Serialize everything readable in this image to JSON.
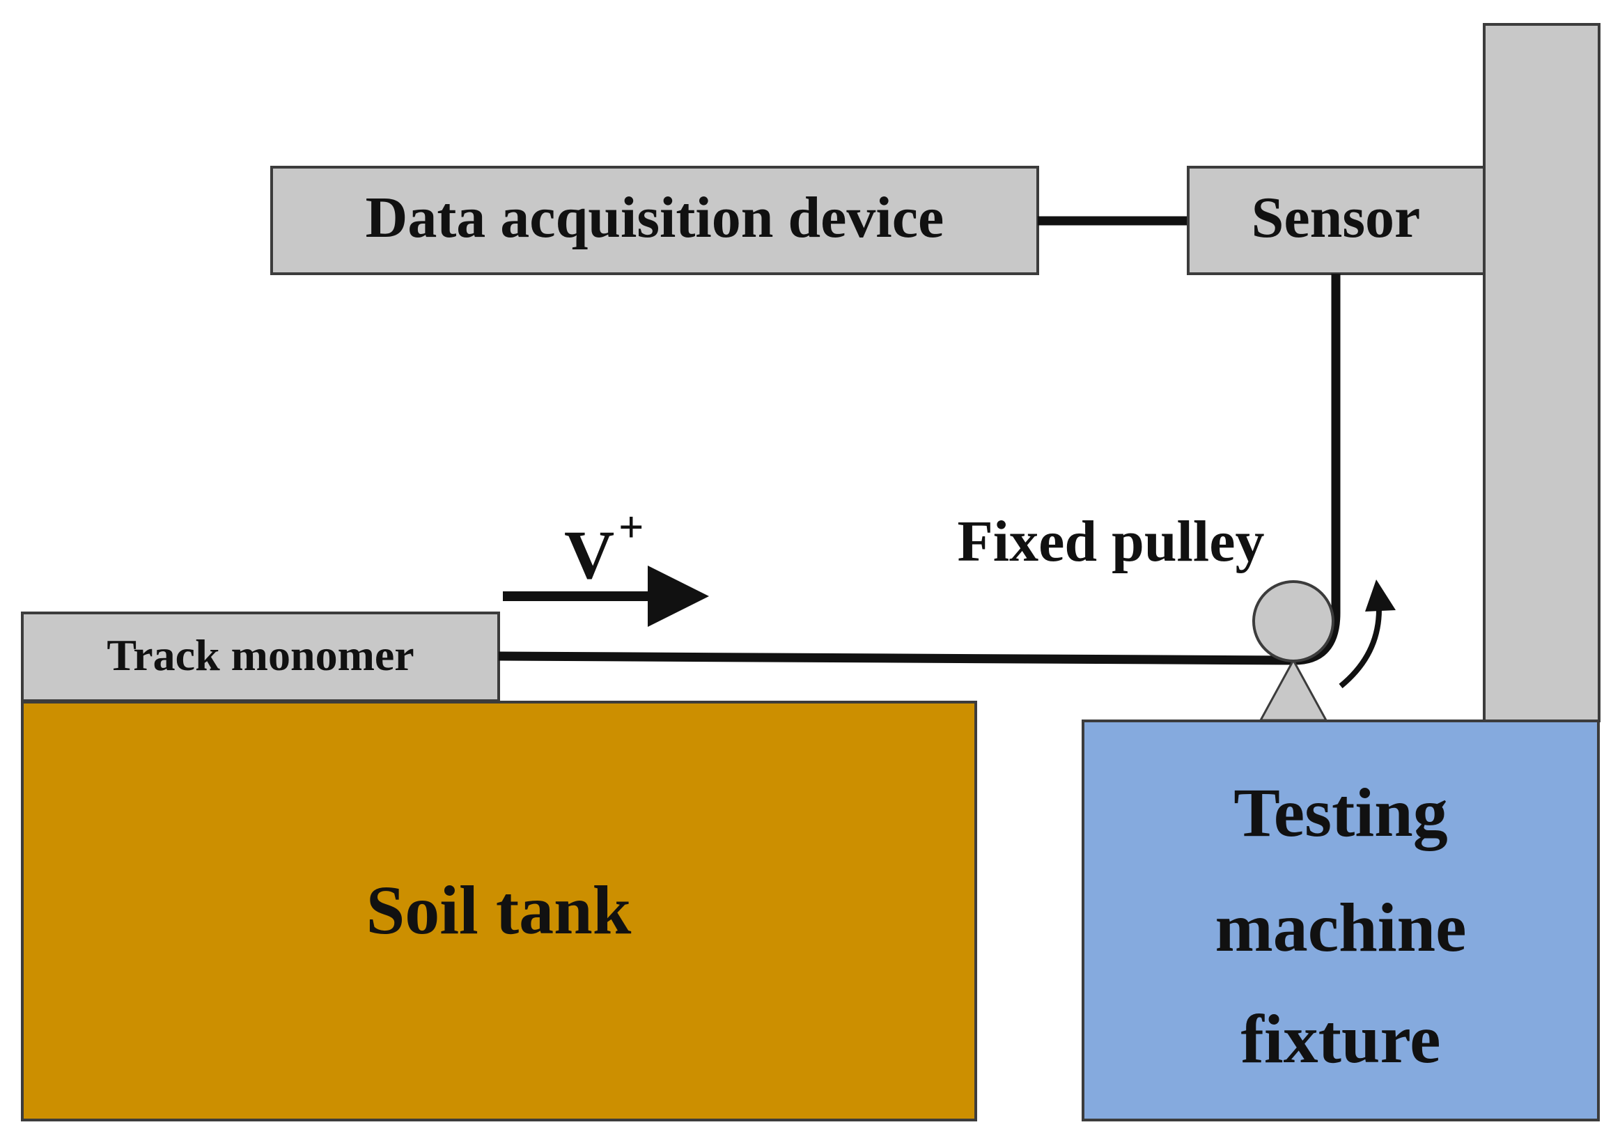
{
  "labels": {
    "data_acquisition": "Data acquisition device",
    "sensor": "Sensor",
    "track_monomer": "Track monomer",
    "soil_tank": "Soil tank",
    "fixed_pulley": "Fixed pulley",
    "velocity": "V",
    "velocity_sup": "+",
    "fixture_line1": "Testing",
    "fixture_line2": "machine",
    "fixture_line3": "fixture"
  },
  "colors": {
    "component_gray": "#c8c8c8",
    "soil_tank": "#cc8f00",
    "fixture": "#85aade",
    "outline": "#3c3c3c",
    "line": "#111111"
  }
}
